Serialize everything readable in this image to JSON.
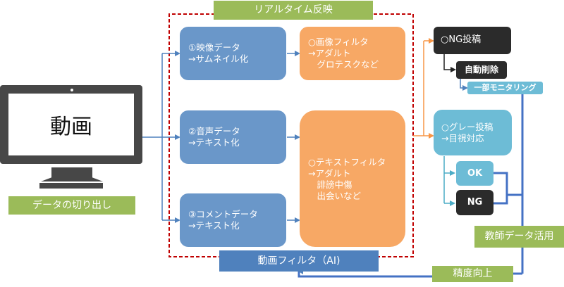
{
  "monitor": {
    "screen_label": "動画",
    "caption": "データの切り出し"
  },
  "realtime_label": "リアルタイム反映",
  "ai_filter_label": "動画フィルタ（AI)",
  "inputs": [
    {
      "line1": "①映像データ",
      "line2": "→サムネイル化"
    },
    {
      "line1": "②音声データ",
      "line2": "→テキスト化"
    },
    {
      "line1": "③コメントデータ",
      "line2": "→テキスト化"
    }
  ],
  "filters": {
    "image": {
      "line1": "○画像フィルタ",
      "line2": "→アダルト",
      "line3": "　グロテスクなど"
    },
    "text": {
      "line1": "○テキストフィルタ",
      "line2": "→アダルト",
      "line3": "　誹謗中傷",
      "line4": "　出会いなど"
    }
  },
  "outputs": {
    "ng_post": "○NG投稿",
    "auto_delete": "自動削除",
    "partial_monitoring": "一部モニタリング",
    "gray_post_line1": "○グレー投稿",
    "gray_post_line2": "→目視対応",
    "ok": "OK",
    "ng": "NG"
  },
  "feedback": {
    "teacher_data": "教師データ活用",
    "accuracy": "精度向上"
  },
  "colors": {
    "input_blue": "#6a97c9",
    "filter_orange": "#f7a865",
    "dark": "#2b2b2b",
    "teal": "#6dbcd6",
    "label_green": "#9bbb59",
    "ai_blue": "#4f81bd",
    "dash_red": "#c00000"
  }
}
